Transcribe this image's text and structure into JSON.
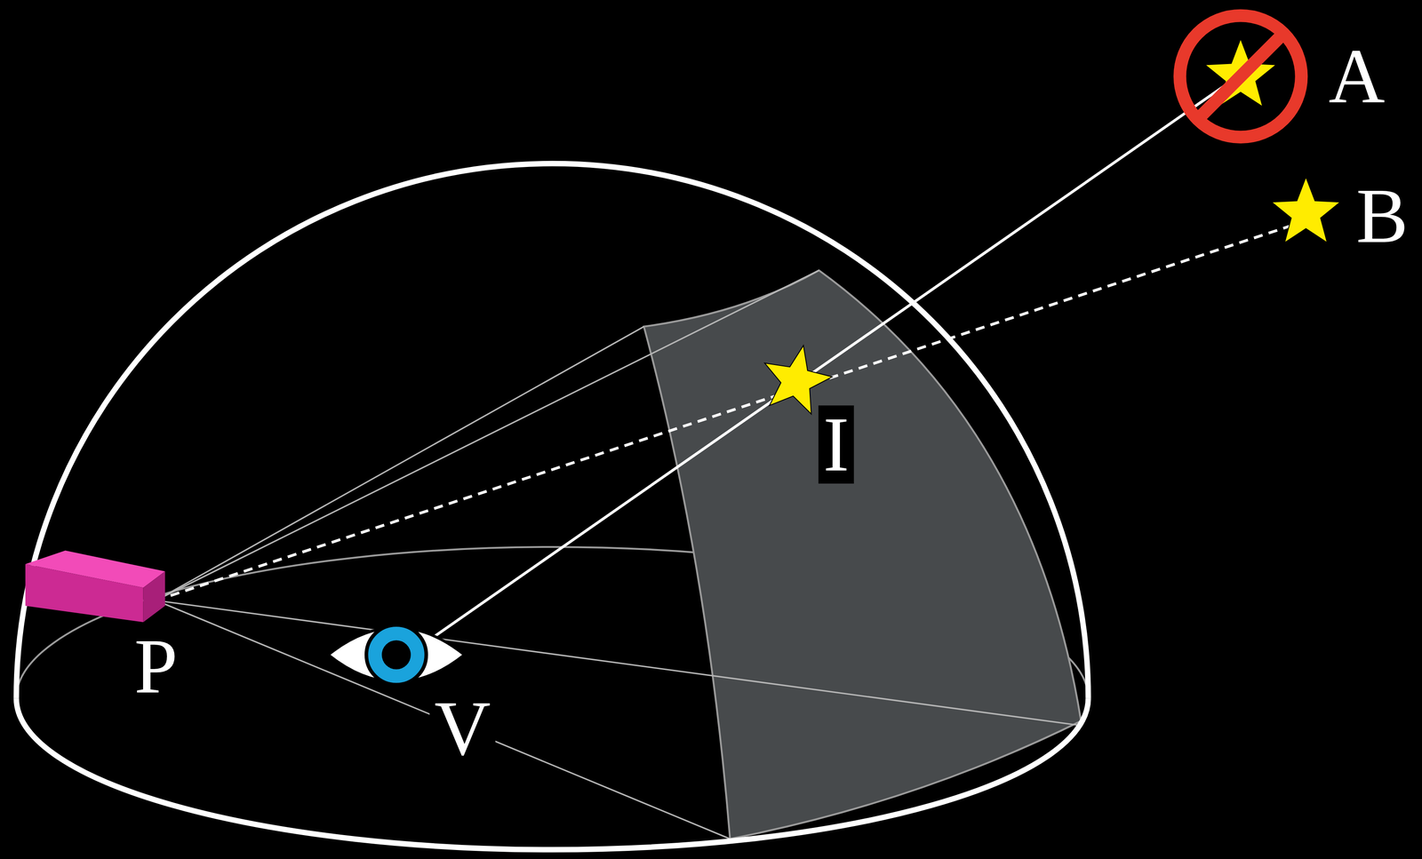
{
  "diagram": {
    "labels": [
      "A",
      "B",
      "I",
      "P",
      "V"
    ]
  }
}
